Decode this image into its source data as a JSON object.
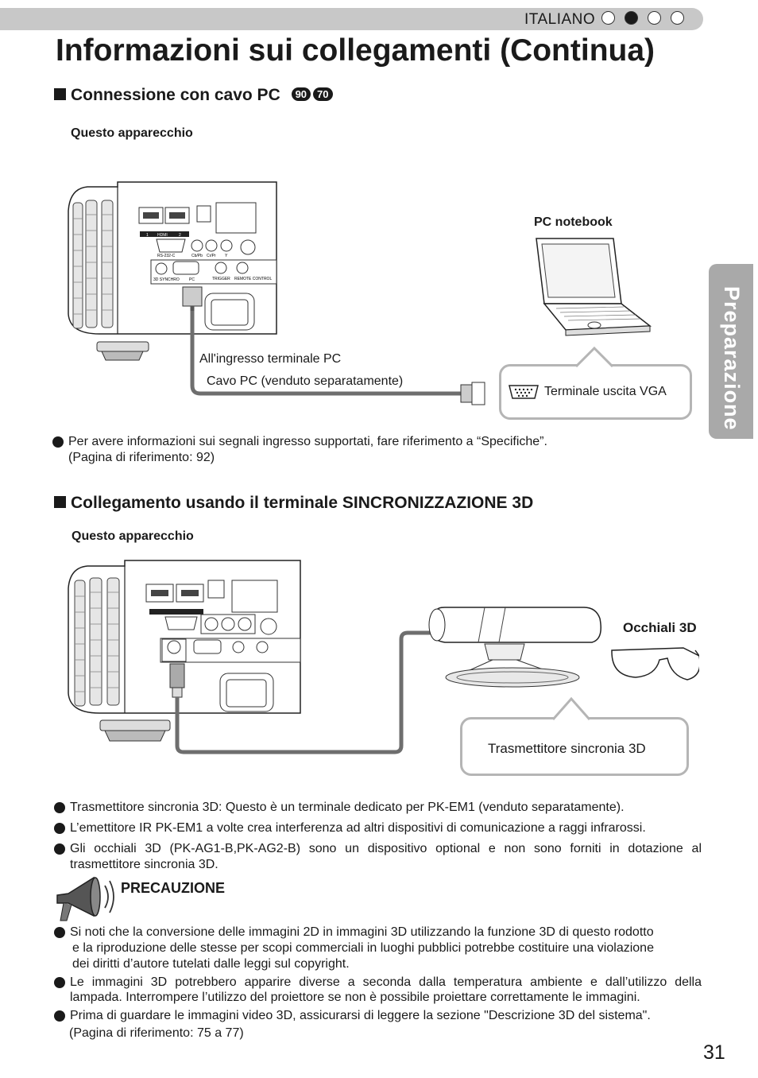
{
  "header": {
    "language": "ITALIANO",
    "dots": [
      false,
      true,
      false,
      false
    ]
  },
  "title": "Informazioni sui collegamenti (Continua)",
  "side_tab": "Preparazione",
  "section1": {
    "heading": "Connessione con cavo PC",
    "badges": [
      "90",
      "70"
    ],
    "device_label": "Questo apparecchio",
    "pc_label": "PC notebook",
    "input_label": "All'ingresso terminale PC",
    "cable_label": "Cavo PC (venduto separatamente)",
    "vga_label": "Terminale uscita VGA",
    "note_line1": "Per avere informazioni sui segnali ingresso supportati, fare riferimento a “Specifiche”.",
    "note_line2": "(Pagina di riferimento: 92)"
  },
  "section2": {
    "heading": "Collegamento usando il terminale SINCRONIZZAZIONE 3D",
    "device_label": "Questo apparecchio",
    "glasses_label": "Occhiali 3D",
    "transmitter_label": "Trasmettitore sincronia 3D",
    "notes": [
      [
        "Trasmettitore sincronia 3D: Questo è un terminale dedicato per PK-EM1 (venduto separatamente)."
      ],
      [
        "L’emettitore IR PK-EM1 a volte crea interferenza ad altri dispositivi di comunicazione a raggi infrarossi."
      ],
      [
        "Gli occhiali 3D (PK-AG1-B,PK-AG2-B) sono un  dispositivo optional e non sono forniti in dotazione al",
        "trasmettitore sincronia 3D."
      ]
    ]
  },
  "caution": {
    "heading": "PRECAUZIONE",
    "items": [
      [
        "Si noti che la conversione delle immagini 2D in immagini 3D utilizzando la funzione 3D di questo rodotto",
        "e la riproduzione delle stesse per scopi commerciali in luoghi pubblici potrebbe costituire una violazione",
        "dei diritti d’autore tutelati dalle leggi sul copyright."
      ],
      [
        "Le immagini 3D potrebbero apparire diverse a seconda dalla temperatura ambiente e dall’utilizzo della",
        "lampada. Interrompere l’utilizzo del proiettore se non è possibile proiettare correttamente le immagini."
      ],
      [
        "Prima di guardare le immagini video 3D, assicurarsi di leggere la sezione \"Descrizione 3D del sistema\".",
        "(Pagina di riferimento: 75 a 77)"
      ]
    ]
  },
  "panel_labels": {
    "hdmi": "HDMI",
    "hdmi1": "1",
    "hdmi2": "2",
    "rs232": "RS-232-C",
    "cbpb": "Cb/Pb",
    "crpr": "Cr/Pr",
    "y": "Y",
    "synchro": "3D SYNCHRO",
    "pc": "PC",
    "trigger": "TRIGGER",
    "remote": "REMOTE CONTROL"
  },
  "page_number": "31",
  "colors": {
    "topbar": "#c8c8c8",
    "side_tab": "#a9a9a9",
    "callout_border": "#b5b5b5",
    "cable": "#6e6e6e"
  }
}
